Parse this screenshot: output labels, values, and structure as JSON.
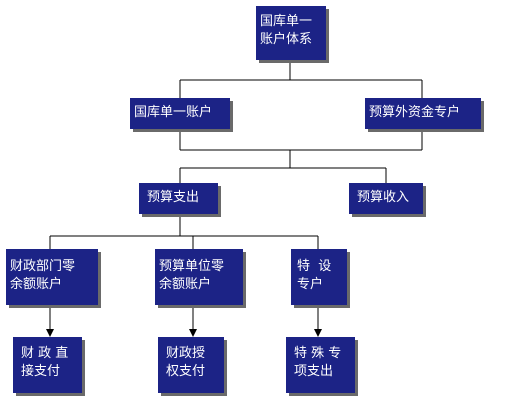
{
  "nodes": {
    "root": {
      "lines": [
        "国库单一",
        "账户体系"
      ]
    },
    "single_account": {
      "lines": [
        "国库单一账户"
      ]
    },
    "extra_budget": {
      "lines": [
        "预算外资金专户"
      ]
    },
    "budget_expense": {
      "lines": [
        "预算支出"
      ]
    },
    "budget_income": {
      "lines": [
        "预算收入"
      ]
    },
    "finance_zero": {
      "lines": [
        "财政部门零",
        "余额账户"
      ]
    },
    "unit_zero": {
      "lines": [
        "预算单位零",
        "余额账户"
      ]
    },
    "special_account": {
      "lines": [
        "特  设",
        "专户"
      ]
    },
    "direct_pay": {
      "lines": [
        "财 政 直",
        "接支付"
      ]
    },
    "auth_pay": {
      "lines": [
        "财政授",
        "权支付"
      ]
    },
    "special_expense": {
      "lines": [
        "特 殊 专",
        "项支出"
      ]
    }
  },
  "colors": {
    "box_fill": "#1c2386",
    "box_text": "#ffffff",
    "line": "#000000",
    "shadow": "#6a6a6a"
  }
}
